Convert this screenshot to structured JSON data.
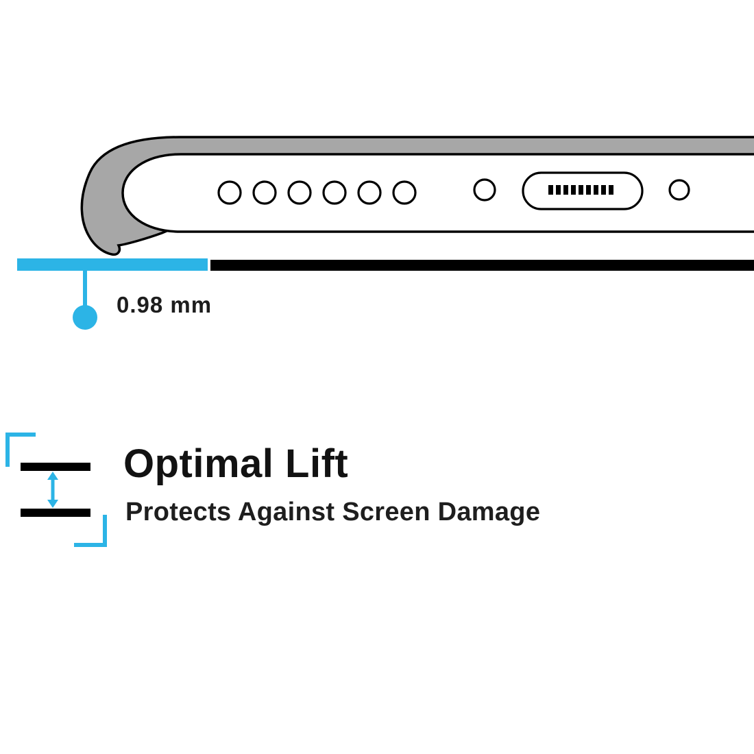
{
  "diagram": {
    "measurement_label": "0.98 mm",
    "colors": {
      "accent_cyan": "#2cb4e6",
      "case_gray": "#a7a7a7",
      "outline": "#000000",
      "phone_white": "#ffffff"
    }
  },
  "feature": {
    "title": "Optimal Lift",
    "subtitle": "Protects Against Screen Damage"
  }
}
